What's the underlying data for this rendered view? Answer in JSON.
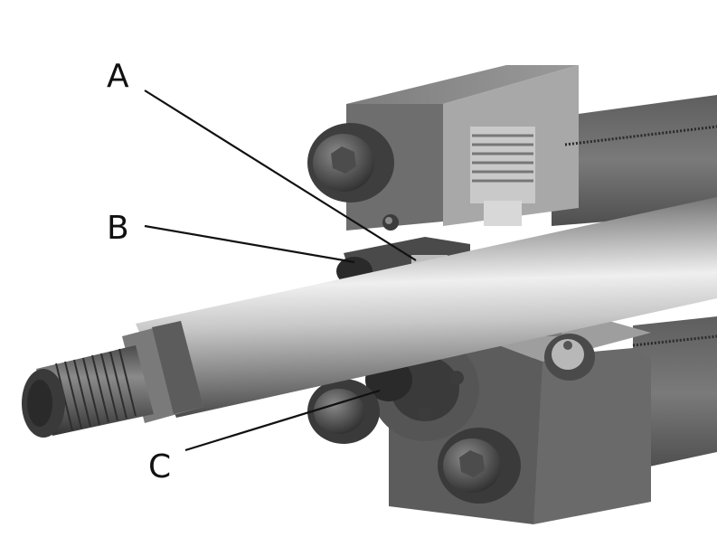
{
  "labels": {
    "a": "A",
    "b": "B",
    "c": "C"
  },
  "colors": {
    "background": "#ffffff",
    "leader_line": "#111111",
    "metal_dark": "#3a3a3a",
    "metal_mid": "#6e6e6e",
    "metal_light": "#a9a9a9",
    "rod_highlight": "#e6e6e6"
  }
}
